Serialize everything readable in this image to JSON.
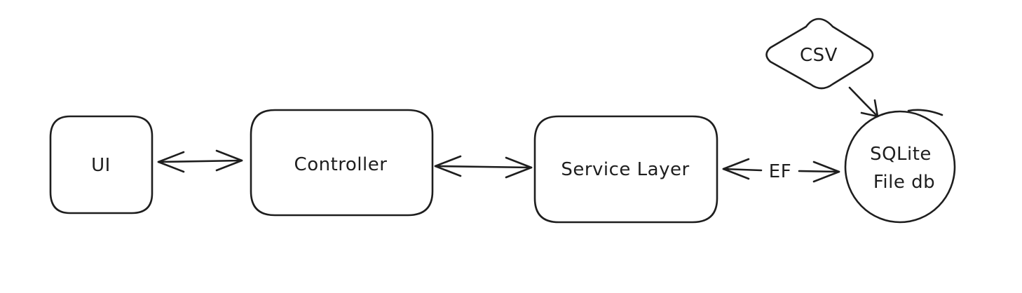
{
  "nodes": {
    "ui": {
      "label": "UI",
      "shape": "rounded-rectangle"
    },
    "controller": {
      "label": "Controller",
      "shape": "rounded-rectangle"
    },
    "service": {
      "label": "Service Layer",
      "shape": "rounded-rectangle"
    },
    "csv": {
      "label": "CSV",
      "shape": "diamond"
    },
    "sqlite": {
      "label_line1": "SQLite",
      "label_line2": "File db",
      "shape": "ellipse"
    }
  },
  "edges": [
    {
      "from": "UI",
      "to": "Controller",
      "direction": "bidirectional",
      "label": ""
    },
    {
      "from": "Controller",
      "to": "Service Layer",
      "direction": "bidirectional",
      "label": ""
    },
    {
      "from": "Service Layer",
      "to": "SQLite File db",
      "direction": "bidirectional",
      "label": "EF"
    },
    {
      "from": "CSV",
      "to": "SQLite File db",
      "direction": "forward",
      "label": ""
    }
  ],
  "style": {
    "stroke_color": "#1e1e1e",
    "background": "#ffffff",
    "look": "hand-drawn"
  }
}
